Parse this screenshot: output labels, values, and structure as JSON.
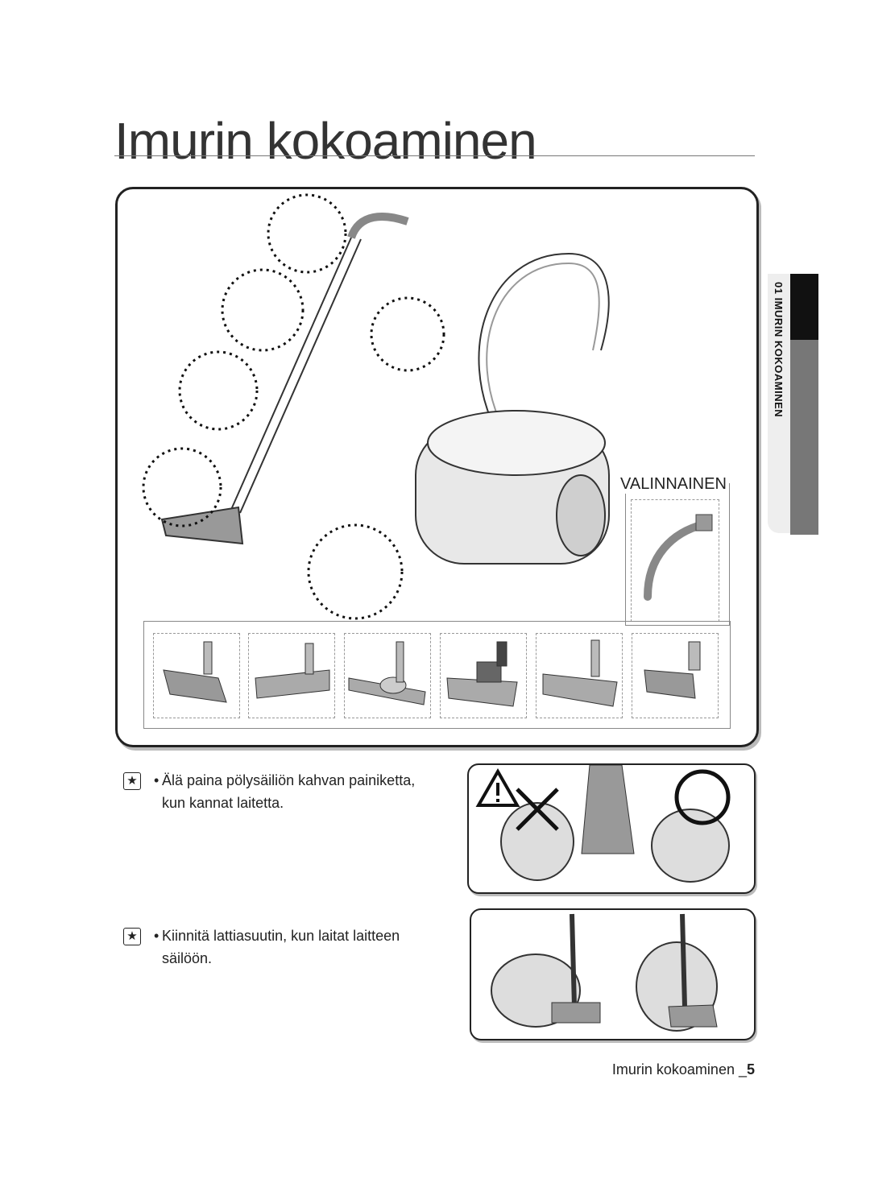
{
  "page": {
    "title": "Imurin kokoaminen",
    "side_tab": "01 IMURIN KOKOAMINEN",
    "optional_label": "VALINNAINEN",
    "notes": [
      {
        "icon": "star-icon",
        "text": "Älä paina pölysäiliön kahvan painiketta, kun kannat laitetta."
      },
      {
        "icon": "star-icon",
        "text": "Kiinnitä lattiasuutin, kun laitat laitteen säilöön."
      }
    ],
    "footer_text": "Imurin kokoaminen _",
    "footer_page": "5"
  }
}
